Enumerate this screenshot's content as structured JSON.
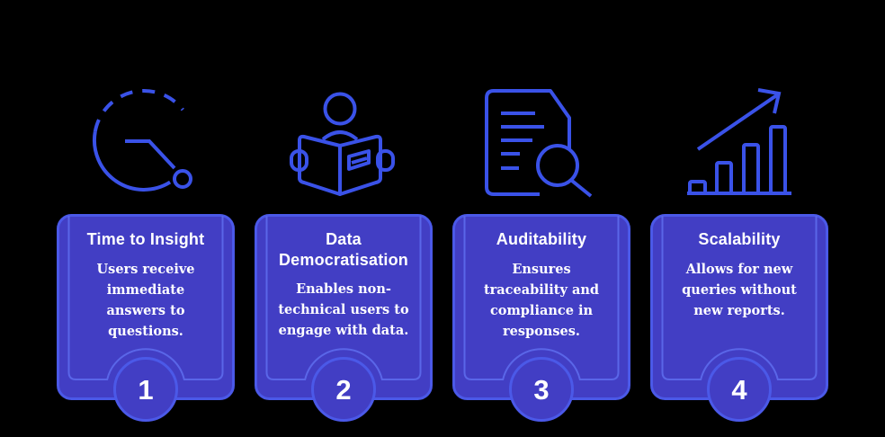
{
  "page": {
    "background": "#000000"
  },
  "colors": {
    "card_fill": "#423EC4",
    "card_border": "#4B59E8",
    "inner_line": "#5A66E8",
    "icon_stroke": "#3A52E8",
    "text": "#FFFFFF"
  },
  "cards": [
    {
      "number": "1",
      "icon": "clock-icon",
      "title": "Time to Insight",
      "body": "Users receive immediate answers to questions."
    },
    {
      "number": "2",
      "icon": "reading-person-icon",
      "title": "Data Democratisation",
      "body": "Enables non-technical users to engage with data."
    },
    {
      "number": "3",
      "icon": "document-magnifier-icon",
      "title": "Auditability",
      "body": "Ensures traceability and compliance in responses."
    },
    {
      "number": "4",
      "icon": "growth-chart-icon",
      "title": "Scalability",
      "body": "Allows for new queries without new reports."
    }
  ]
}
